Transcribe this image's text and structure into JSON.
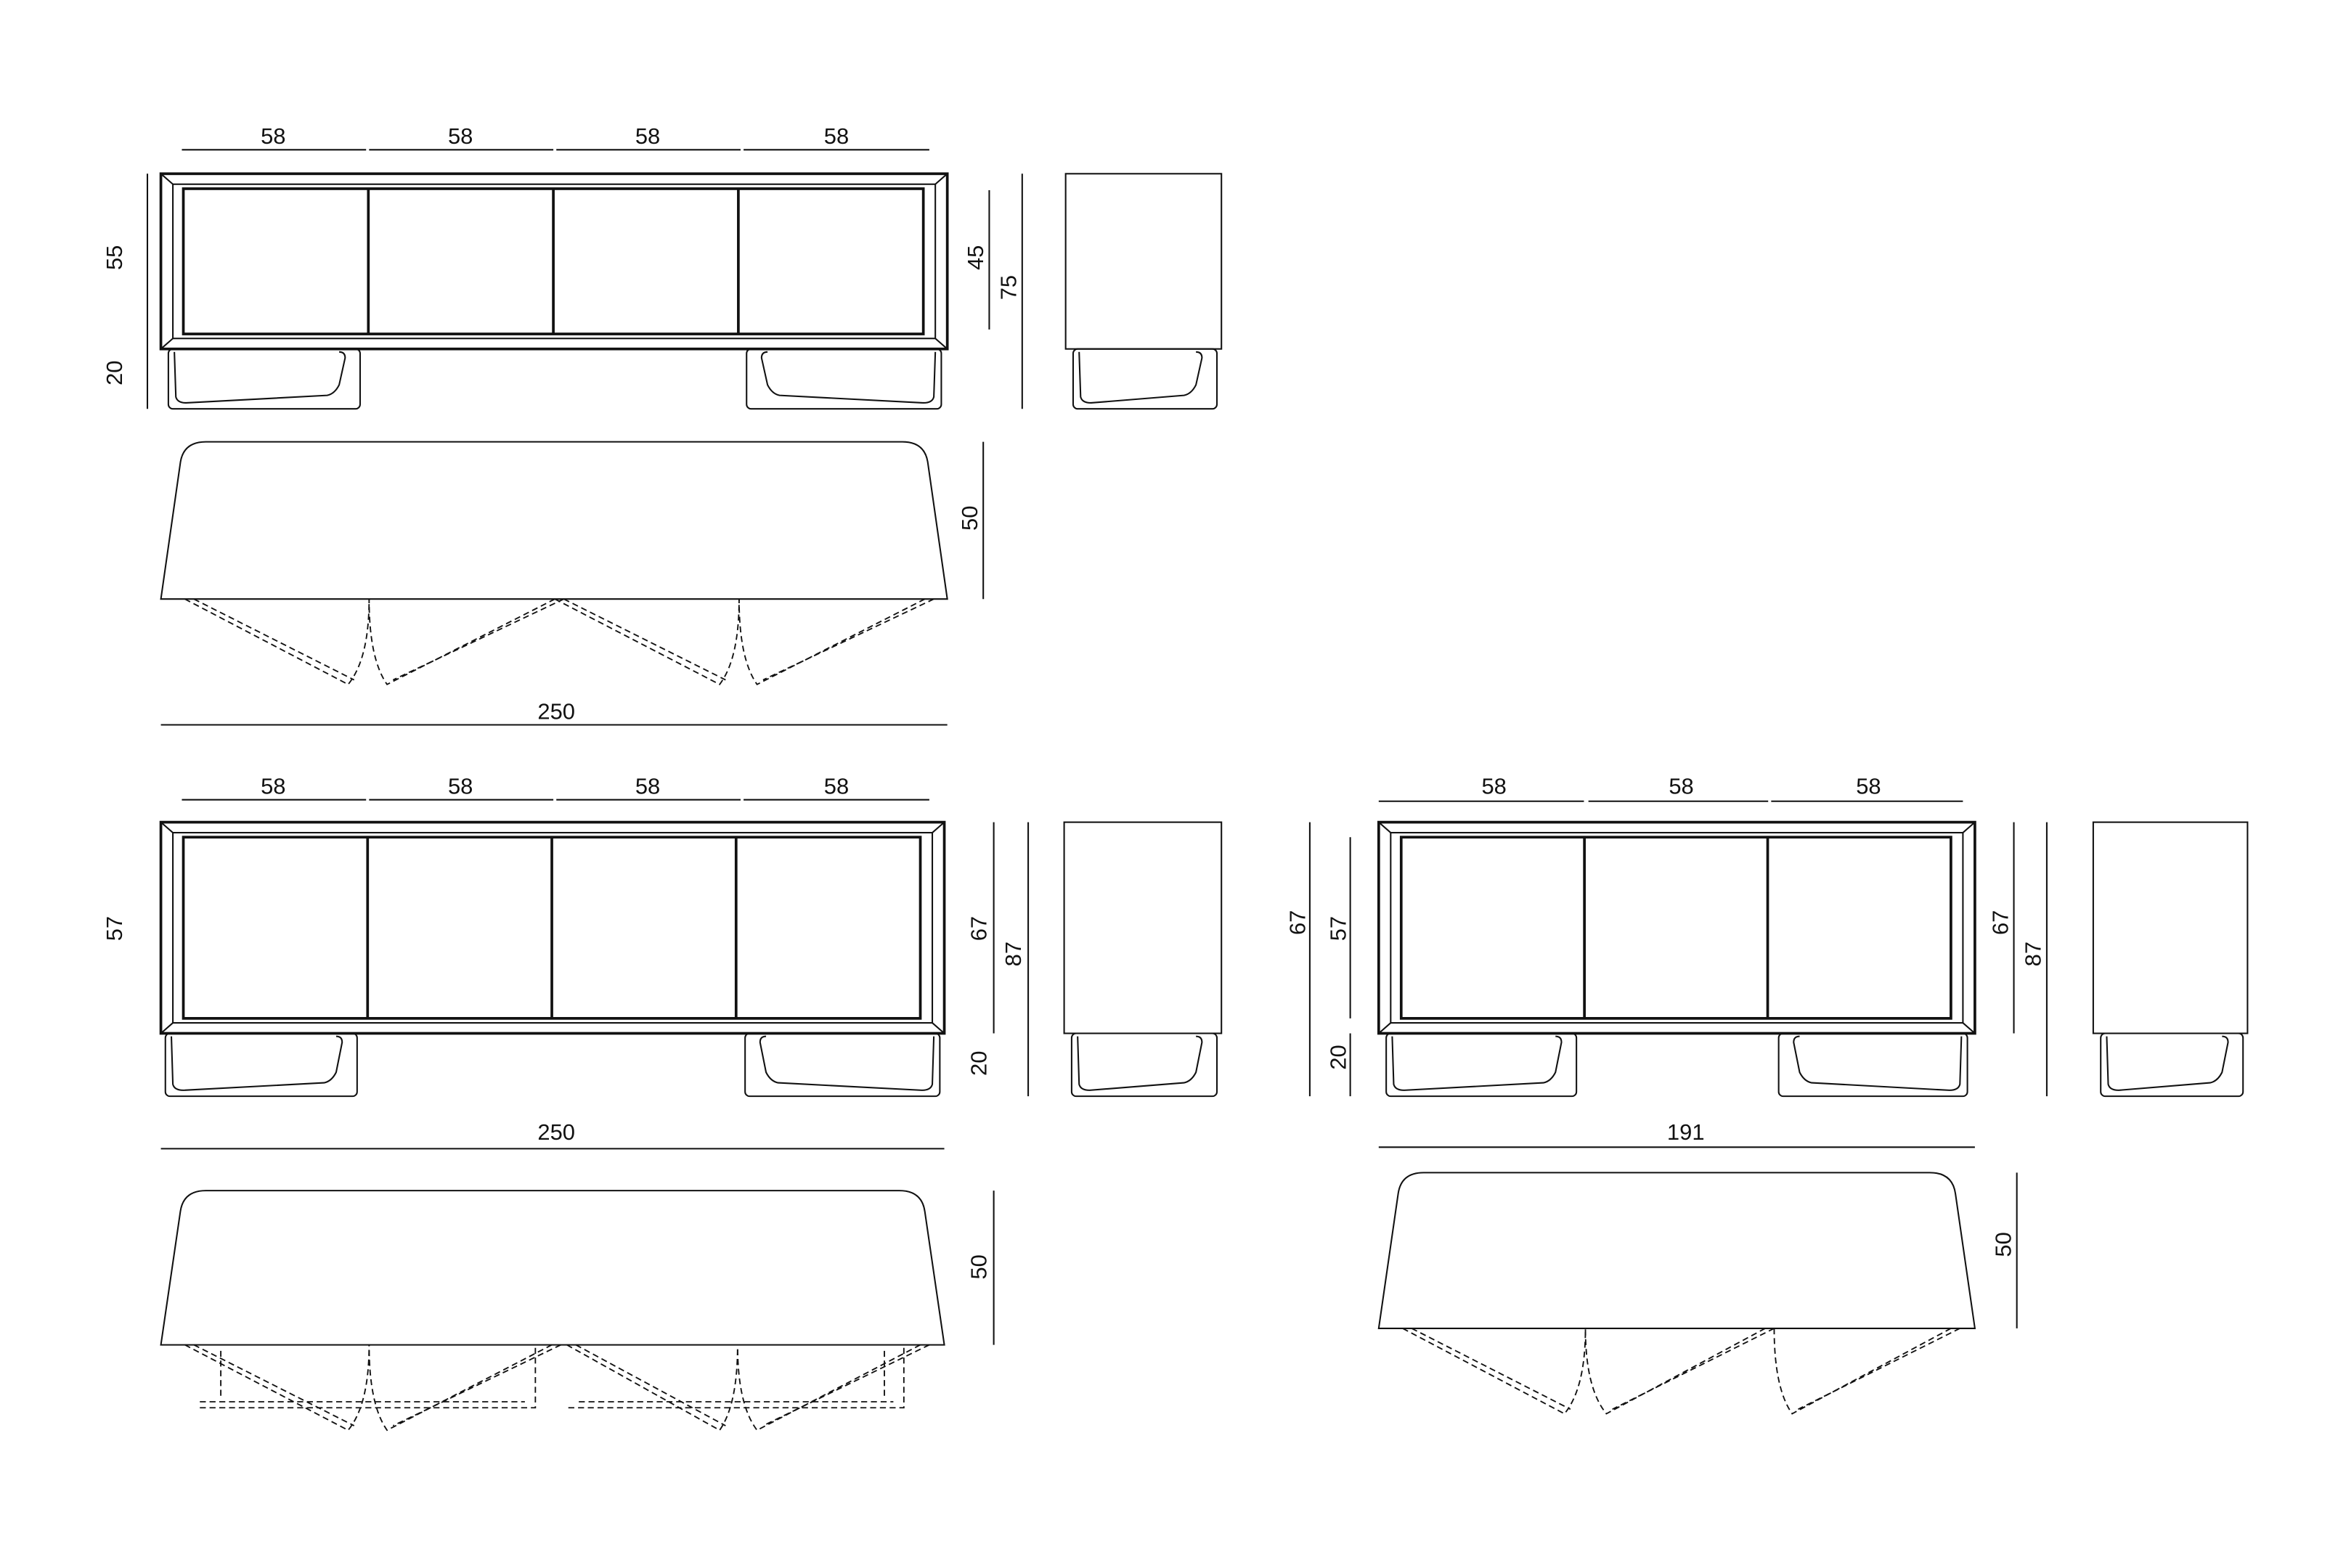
{
  "drawing": {
    "line_color": "#111111",
    "background": "#ffffff",
    "unit_views": [
      {
        "name": "sideboard-250-low",
        "door_widths": [
          "58",
          "58",
          "58",
          "58"
        ],
        "left_dims": [
          "55",
          "20"
        ],
        "right_dims": [
          "45",
          "75"
        ],
        "plan_depth": "50",
        "total_width": "250"
      },
      {
        "name": "sideboard-250-high",
        "door_widths": [
          "58",
          "58",
          "58",
          "58"
        ],
        "left_dims": [
          "57"
        ],
        "right_dims": [
          "67",
          "87",
          "20"
        ],
        "plan_depth": "50",
        "total_width": "250"
      },
      {
        "name": "sideboard-191-high",
        "door_widths": [
          "58",
          "58",
          "58"
        ],
        "left_dims": [
          "67",
          "57",
          "20"
        ],
        "right_dims": [
          "67",
          "87"
        ],
        "plan_depth": "50",
        "total_width": "191"
      }
    ]
  }
}
